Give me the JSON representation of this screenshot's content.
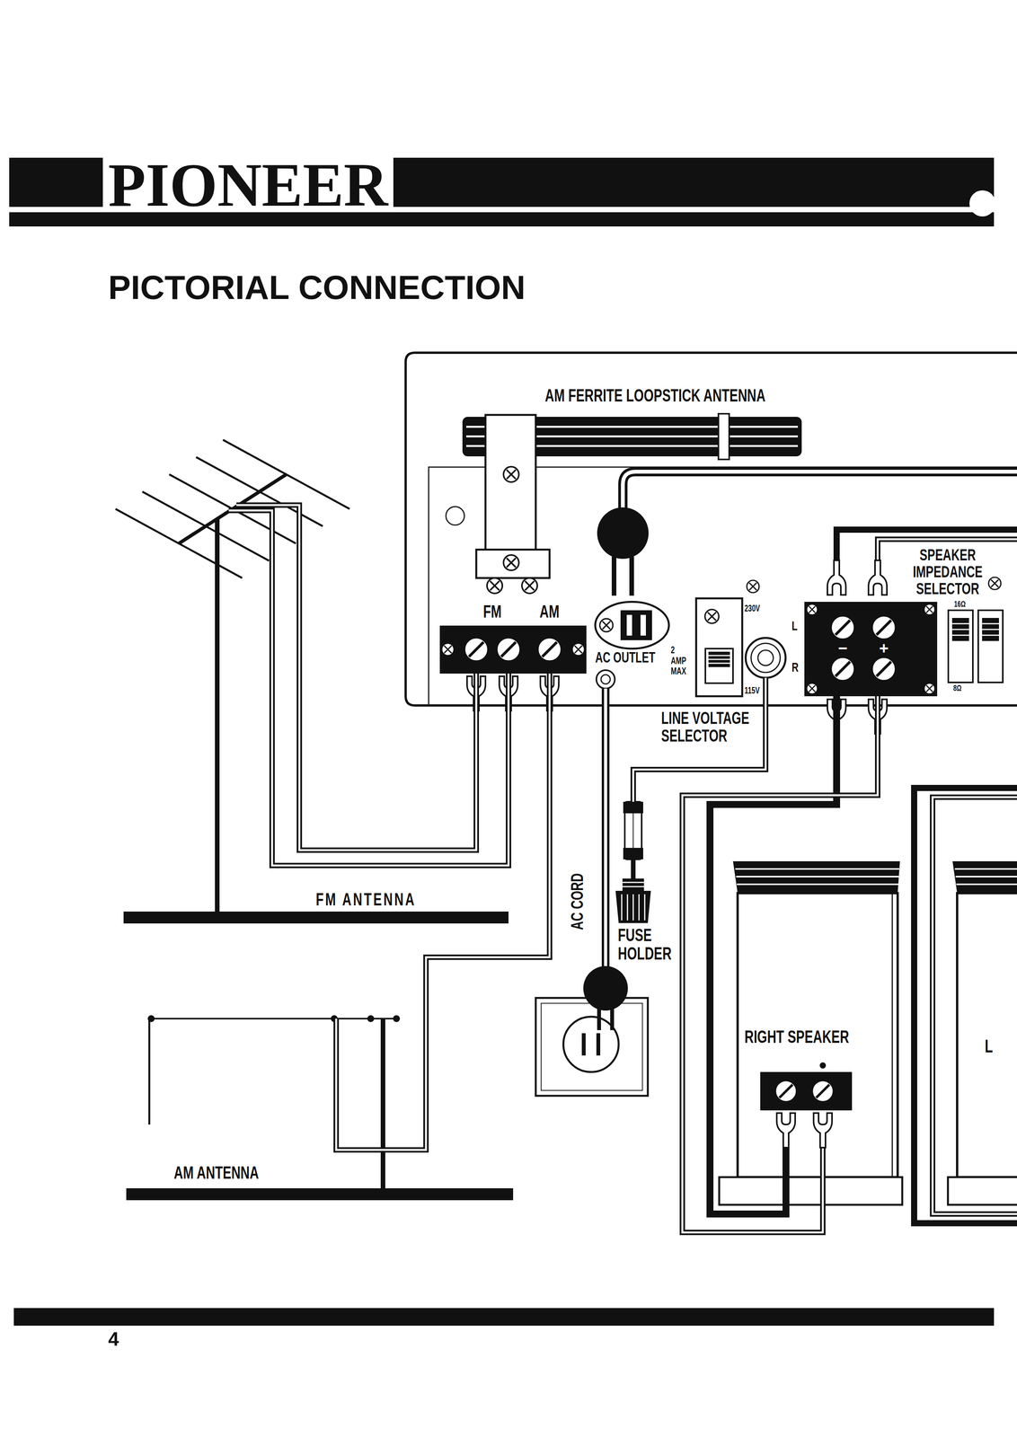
{
  "diagram": {
    "title": "PICTORIAL CONNECTION",
    "nodes": [
      {
        "text": [
          "AM FERRITE LOOPSTICK ANTENNA"
        ]
      },
      {
        "text": [
          "FM",
          "AM"
        ],
        "in": 0
      },
      {
        "text": [
          "AC OUTLET",
          "2 AMP MAX"
        ],
        "in": 0
      },
      {
        "text": [
          "230V",
          "115V"
        ],
        "in": 0
      },
      {
        "text": [
          "L",
          "−",
          "+",
          "R"
        ],
        "in": 0
      },
      {
        "text": [
          "SPEAKER IMPEDANCE SELECTOR",
          "16Ω",
          "8Ω"
        ],
        "in": 0
      },
      {
        "text": [
          "FM ANTENNA"
        ]
      },
      {
        "text": [
          "AM ANTENNA"
        ]
      },
      {
        "text": [
          "FUSE HOLDER"
        ]
      },
      {
        "text": [
          "RIGHT SPEAKER"
        ]
      },
      {
        "text": [
          "L"
        ]
      }
    ],
    "edges": [
      {
        "from": 6,
        "to": 1,
        "arrow": "none"
      },
      {
        "from": 7,
        "to": 1,
        "arrow": "none"
      },
      {
        "from": 0,
        "to": 8,
        "arrow": "none"
      },
      {
        "from": 4,
        "to": 9,
        "arrow": "none"
      },
      {
        "from": 4,
        "to": 9,
        "arrow": "none"
      }
    ],
    "labels": [
      "PIONEER",
      "LINE VOLTAGE SELECTOR",
      "AC CORD",
      "4"
    ]
  }
}
